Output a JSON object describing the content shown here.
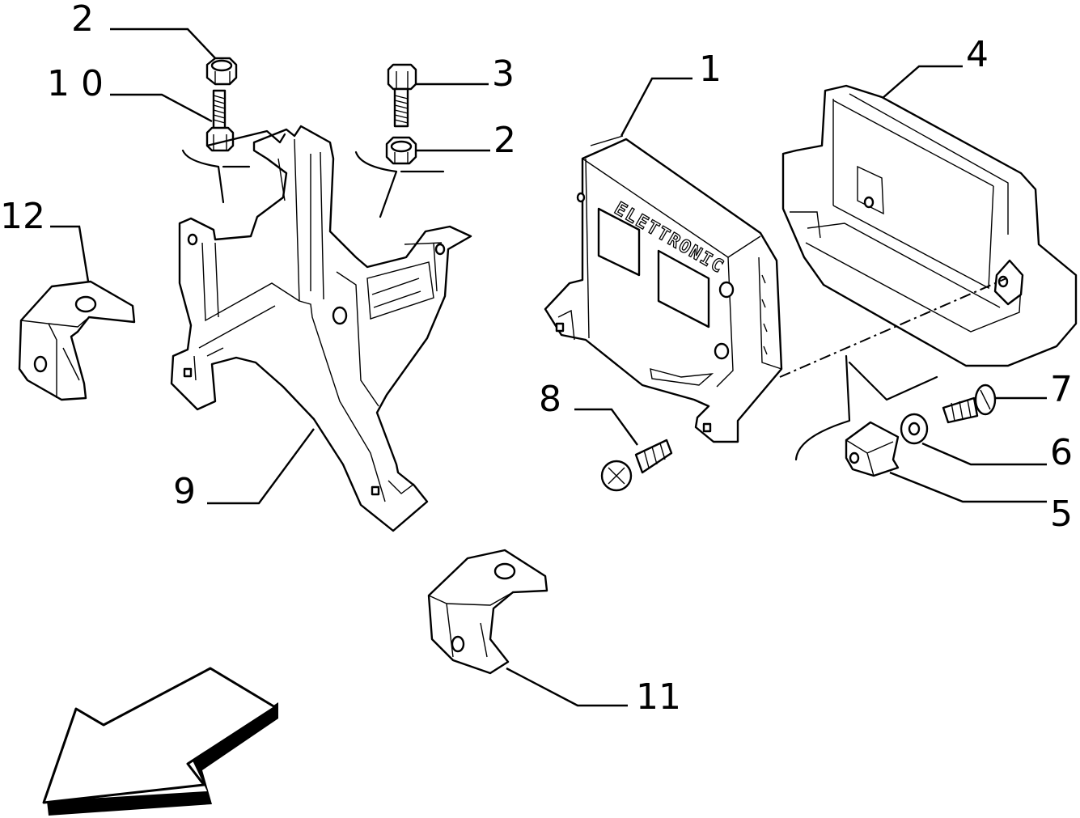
{
  "diagram": {
    "callouts": [
      {
        "id": "c-2-top",
        "text": "2"
      },
      {
        "id": "c-10",
        "text": "1 0"
      },
      {
        "id": "c-3",
        "text": "3"
      },
      {
        "id": "c-2-mid",
        "text": "2"
      },
      {
        "id": "c-1",
        "text": "1"
      },
      {
        "id": "c-4",
        "text": "4"
      },
      {
        "id": "c-12",
        "text": "12"
      },
      {
        "id": "c-7",
        "text": "7"
      },
      {
        "id": "c-6",
        "text": "6"
      },
      {
        "id": "c-5",
        "text": "5"
      },
      {
        "id": "c-8",
        "text": "8"
      },
      {
        "id": "c-9",
        "text": "9"
      },
      {
        "id": "c-11",
        "text": "11"
      }
    ],
    "ecu_marking": "ELETTRONIC"
  }
}
